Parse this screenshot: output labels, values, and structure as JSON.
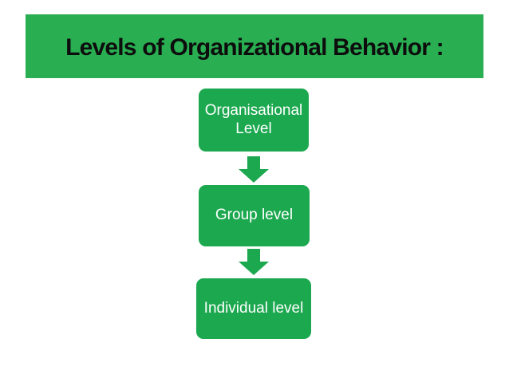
{
  "slide": {
    "title": "Levels of Organizational Behavior :",
    "diagram": {
      "nodes": [
        {
          "label": "Organisational Level"
        },
        {
          "label": "Group level"
        },
        {
          "label": "Individual level"
        }
      ],
      "connector_icon": "down-block-arrow"
    },
    "colors": {
      "background": "#FFFFFF",
      "title_bar_bg": "#29AF52",
      "title_text": "#0D0D0D",
      "node_bg": "#1CA84F",
      "node_text": "#FFFFFF",
      "arrow": "#1CA84F"
    }
  }
}
